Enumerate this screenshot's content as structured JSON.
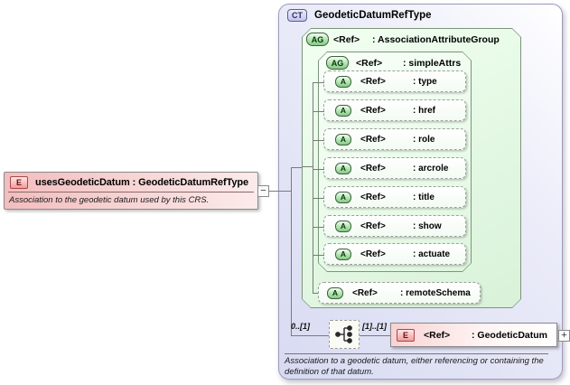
{
  "element_box": {
    "badge": "E",
    "title": "usesGeodeticDatum : GeodeticDatumRefType",
    "annotation": "Association to the geodetic datum used by this CRS.",
    "collapse_glyph": "−"
  },
  "complex_type": {
    "badge": "CT",
    "title": "GeodeticDatumRefType",
    "association_attribute_group": {
      "badge": "AG",
      "ref_label": "<Ref>",
      "name": ": AssociationAttributeGroup",
      "simple_attrs": {
        "badge": "AG",
        "ref_label": "<Ref>",
        "name": ": simpleAttrs",
        "attributes": [
          {
            "badge": "A",
            "ref_label": "<Ref>",
            "name": ": type"
          },
          {
            "badge": "A",
            "ref_label": "<Ref>",
            "name": ": href"
          },
          {
            "badge": "A",
            "ref_label": "<Ref>",
            "name": ": role"
          },
          {
            "badge": "A",
            "ref_label": "<Ref>",
            "name": ": arcrole"
          },
          {
            "badge": "A",
            "ref_label": "<Ref>",
            "name": ": title"
          },
          {
            "badge": "A",
            "ref_label": "<Ref>",
            "name": ": show"
          },
          {
            "badge": "A",
            "ref_label": "<Ref>",
            "name": ": actuate"
          }
        ]
      },
      "remote_schema": {
        "badge": "A",
        "ref_label": "<Ref>",
        "name": ": remoteSchema"
      }
    },
    "sequence": {
      "left_occurs": "0..[1]",
      "right_occurs": "[1]..[1]",
      "element": {
        "badge": "E",
        "ref_label": "<Ref>",
        "name": ": GeodeticDatum"
      },
      "expand_glyph": "+"
    },
    "annotation": "Association to a geodetic datum, either referencing or containing the definition of that datum."
  },
  "colors": {
    "element_pink": "#f3bdbd",
    "badge_pink": "#f09c9c",
    "container_lavender": "#d8daf2",
    "group_green": "#e3f8e3",
    "badge_green": "#82cc82",
    "badge_blue": "#c2c3ee",
    "line_gray": "#7a7a7a"
  }
}
